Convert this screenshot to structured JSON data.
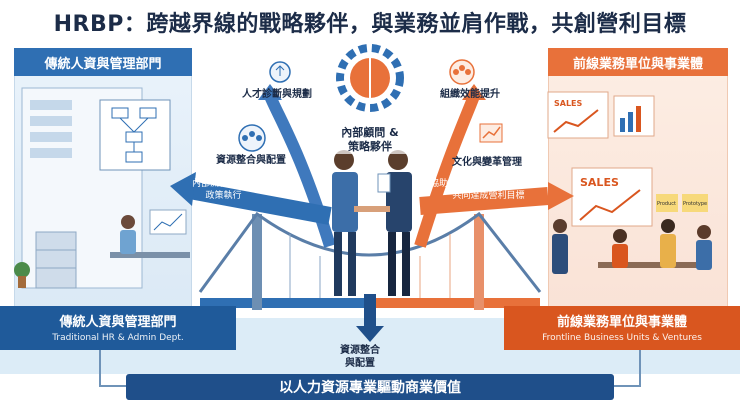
{
  "title": "HRBP：跨越界線的戰略夥伴，與業務並肩作戰，共創營利目標",
  "left_panel": {
    "header": "傳統人資與管理部門",
    "plaque_title": "傳統人資與管理部門",
    "plaque_subtitle": "Traditional HR & Admin Dept."
  },
  "right_panel": {
    "header": "前線業務單位與事業體",
    "plaque_title": "前線業務單位與事業體",
    "plaque_subtitle": "Frontline Business Units & Ventures",
    "board_text_1": "SALES",
    "board_text_2": "SALES",
    "sticky_1": "Product",
    "sticky_2": "Prototype"
  },
  "center": {
    "label_line1": "內部顧問 &",
    "label_line2": "策略夥伴"
  },
  "arrows": {
    "talent": "人才診斷與規劃",
    "resource": "資源整合與配置",
    "process_line1": "內部流程優化、",
    "process_line2": "政策執行",
    "org": "組織效能提升",
    "culture": "文化與變革管理",
    "assist_line1": "協助事業體主管、提供策略、",
    "assist_line2": "共同達成營利目標",
    "down_line1": "資源整合",
    "down_line2": "與配置"
  },
  "bottom_banner": "以人力資源專業驅動商業價值",
  "icons": [
    "cloud-upload-icon",
    "group-icon",
    "gear-brain-icon",
    "team-icon",
    "growth-chart-icon",
    "handshake-icon",
    "bridge-icon"
  ],
  "colors": {
    "hr_blue": "#2f6fb3",
    "business_orange": "#e8713a",
    "navy": "#1f4f8a"
  }
}
